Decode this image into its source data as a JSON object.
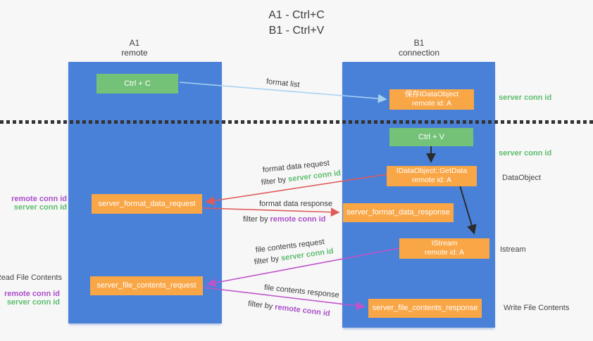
{
  "title": {
    "line1": "A1 - Ctrl+C",
    "line2": "B1 - Ctrl+V"
  },
  "lanes": {
    "left": {
      "name_line": "A1",
      "role_line": "remote"
    },
    "right": {
      "name_line": "B1",
      "role_line": "connection"
    }
  },
  "nodes": {
    "ctrl_c": {
      "label": "Ctrl + C"
    },
    "ctrl_v": {
      "label": "Ctrl + V"
    },
    "save_idataobject": {
      "line1": "保存IDataObject",
      "line2": "remote id: A"
    },
    "getdata": {
      "line1": "IDataObject::GetData",
      "line2": "remote id: A"
    },
    "istream": {
      "line1": "IStream",
      "line2": "remote id: A"
    },
    "server_format_data_request": {
      "label": "server_format_data_request"
    },
    "server_format_data_response": {
      "label": "server_format_data_response"
    },
    "server_file_contents_request": {
      "label": "server_file_contents_request"
    },
    "server_file_contents_response": {
      "label": "server_file_contents_response"
    }
  },
  "arrow_labels": {
    "format_list": "format list",
    "format_data_request": "format data request",
    "format_data_response": "format data response",
    "file_contents_request": "file contents request",
    "file_contents_response": "file contents response",
    "filter_by": "filter by ",
    "server_conn_id": "server conn id",
    "remote_conn_id": "remote conn id"
  },
  "side_labels": {
    "left": {
      "remote_conn_id": "remote conn id",
      "server_conn_id": "server conn id",
      "read_file_contents": "Read File Contents"
    },
    "right": {
      "server_conn_id": "server conn id",
      "dataobject": "DataObject",
      "istream": "Istream",
      "write_file_contents": "Write File Contents"
    }
  },
  "colors": {
    "lane_blue": "#4a81d8",
    "node_green": "#74c278",
    "node_orange": "#f9a646",
    "arrow_lightblue": "#a7d1f0",
    "arrow_red": "#e05a5a",
    "arrow_magenta": "#bf53c9",
    "arrow_black": "#2b2b2b",
    "text_green": "#5dbd6c",
    "text_purple": "#ab4fc8",
    "text_dark": "#3d3d3d"
  }
}
